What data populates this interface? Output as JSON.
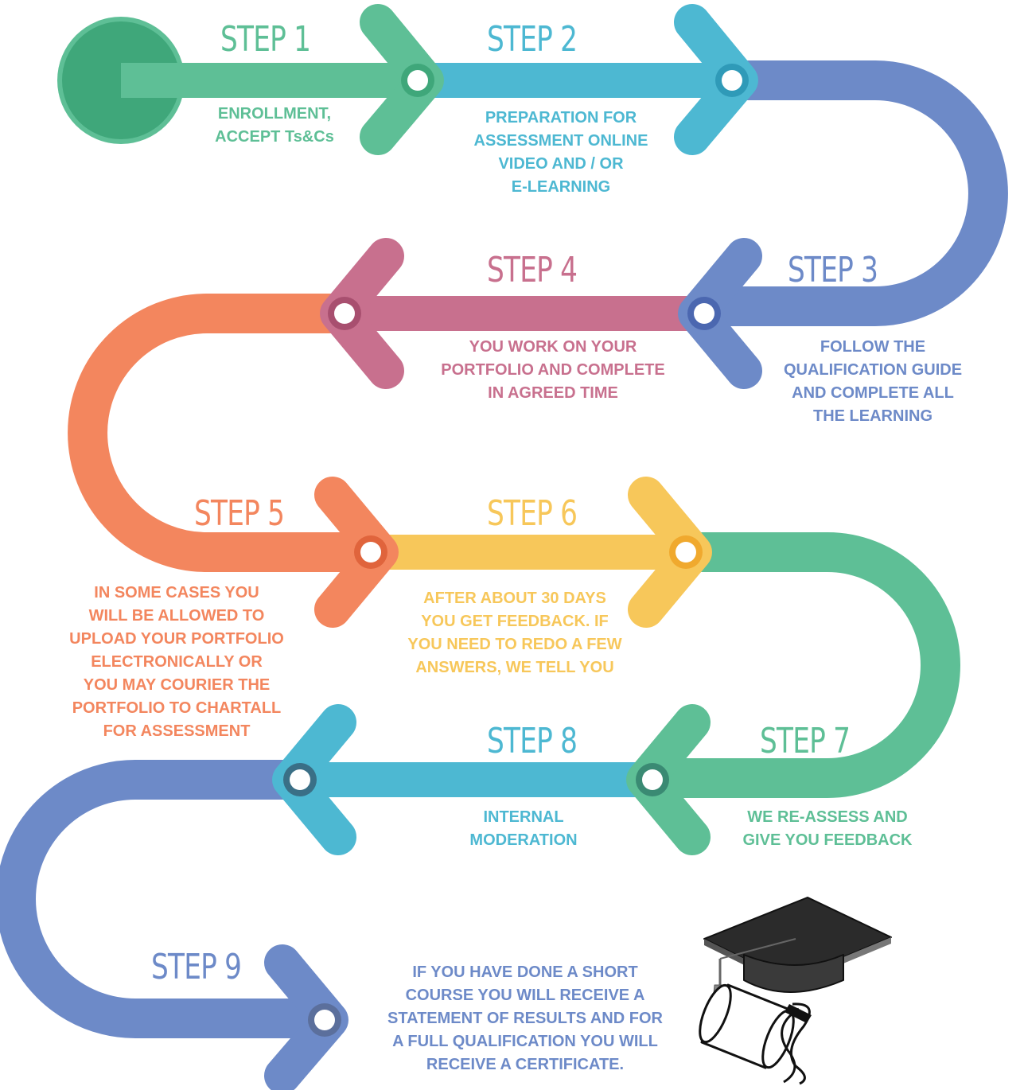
{
  "colors": {
    "green": "#5ebf96",
    "green_dark": "#3fa77a",
    "cyan": "#4db8d2",
    "blue": "#6d8ac8",
    "pink": "#c8708e",
    "orange": "#f3865e",
    "yellow": "#f7c75a",
    "white": "#ffffff"
  },
  "steps": [
    {
      "title": "STEP 1",
      "lines": [
        "ENROLLMENT,",
        "ACCEPT Ts&Cs"
      ]
    },
    {
      "title": "STEP 2",
      "lines": [
        "PREPARATION FOR",
        "ASSESSMENT ONLINE",
        "VIDEO AND / OR",
        "E-LEARNING"
      ]
    },
    {
      "title": "STEP 3",
      "lines": [
        "FOLLOW THE",
        "QUALIFICATION GUIDE",
        "AND COMPLETE ALL",
        "THE LEARNING"
      ]
    },
    {
      "title": "STEP 4",
      "lines": [
        "YOU WORK ON YOUR",
        "PORTFOLIO AND COMPLETE",
        "IN AGREED TIME"
      ]
    },
    {
      "title": "STEP 5",
      "lines": [
        "IN SOME CASES YOU",
        "WILL BE ALLOWED TO",
        "UPLOAD YOUR PORTFOLIO",
        "ELECTRONICALLY OR",
        "YOU MAY COURIER THE",
        "PORTFOLIO TO CHARTALL",
        "FOR ASSESSMENT"
      ]
    },
    {
      "title": "STEP 6",
      "lines": [
        "AFTER ABOUT 30 DAYS",
        "YOU GET FEEDBACK. IF",
        "YOU NEED TO REDO A FEW",
        "ANSWERS, WE TELL YOU"
      ]
    },
    {
      "title": "STEP 7",
      "lines": [
        "WE RE-ASSESS AND",
        "GIVE YOU FEEDBACK"
      ]
    },
    {
      "title": "STEP 8",
      "lines": [
        "INTERNAL",
        "MODERATION"
      ]
    },
    {
      "title": "STEP 9",
      "lines": [
        "IF YOU HAVE DONE A SHORT",
        "COURSE YOU WILL RECEIVE A",
        "STATEMENT OF RESULTS AND FOR",
        "A FULL QUALIFICATION YOU WILL",
        "RECEIVE A CERTIFICATE."
      ]
    }
  ],
  "icon": "graduation-cap-diploma-icon"
}
